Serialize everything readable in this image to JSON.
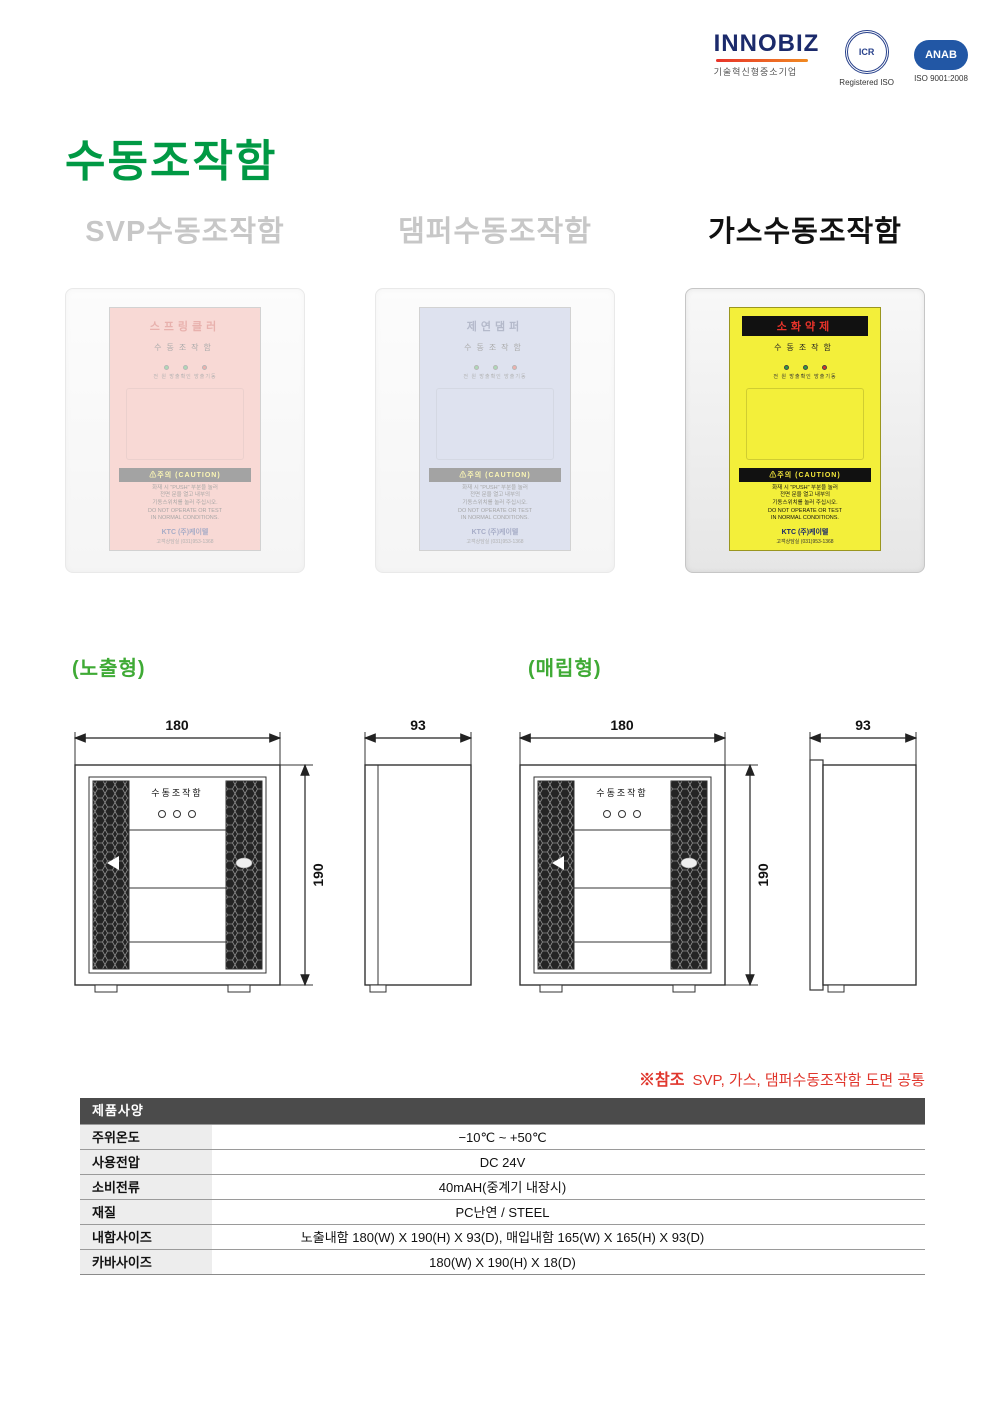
{
  "colors": {
    "accent_green": "#009944",
    "drawing_label_green": "#3faa35",
    "note_red": "#e0362c",
    "gas_panel_yellow": "#f3ef3a",
    "svp_panel_red": "#ef9d93",
    "damper_panel_blue": "#a9b4d6",
    "table_header_bg": "#4b4b4b"
  },
  "badges": {
    "innobiz_title": "INNOBIZ",
    "innobiz_sub": "기술혁신형중소기업",
    "icr_text": "ICR",
    "icr_caption": "Registered ISO",
    "anab_text": "ANAB",
    "anab_caption": "ISO 9001:2008"
  },
  "page_title": "수동조작함",
  "products": [
    {
      "heading": "SVP수동조작함",
      "panel_header": "스프링클러",
      "panel_subtitle": "수동조작함",
      "indicator_caption": "전 원  방출확인  방출기동",
      "caution_title": "⚠주의 (CAUTION)",
      "caution_lines": [
        "화재 시 \"PUSH\" 부분을 눌러",
        "전면 문을 열고 내부의",
        "기동스위치를 눌러 주십시오.",
        "DO NOT OPERATE OR TEST",
        "IN NORMAL CONDITIONS."
      ],
      "brand": "KTC (주)케이텔",
      "contact": "고객상담실 (031)953-1368"
    },
    {
      "heading": "댐퍼수동조작함",
      "panel_header": "제연댐퍼",
      "panel_subtitle": "수동조작함",
      "indicator_caption": "전 원  방출확인  방출기동",
      "caution_title": "⚠주의 (CAUTION)",
      "caution_lines": [
        "화재 시 \"PUSH\" 부분을 눌러",
        "전면 문을 열고 내부의",
        "기동스위치를 눌러 주십시오.",
        "DO NOT OPERATE OR TEST",
        "IN NORMAL CONDITIONS."
      ],
      "brand": "KTC (주)케이텔",
      "contact": "고객상담실 (031)953-1368"
    },
    {
      "heading": "가스수동조작함",
      "panel_header": "소화약제",
      "panel_subtitle": "수동조작함",
      "indicator_caption": "전 원  방출확인  방출기동",
      "caution_title": "⚠주의 (CAUTION)",
      "caution_lines": [
        "화재 시 \"PUSH\" 부분을 눌러",
        "전면 문을 열고 내부의",
        "기동스위치를 눌러 주십시오.",
        "DO NOT OPERATE OR TEST",
        "IN NORMAL CONDITIONS."
      ],
      "brand": "KTC (주)케이텔",
      "contact": "고객상담실 (031)953-1368"
    }
  ],
  "drawings": {
    "sets": [
      {
        "type_label": "(노출형)",
        "width": "180",
        "depth": "93",
        "height": "190",
        "panel_title": "수동조작함"
      },
      {
        "type_label": "(매립형)",
        "width": "180",
        "depth": "93",
        "height": "190",
        "panel_title": "수동조작함"
      }
    ]
  },
  "note": {
    "prefix": "※참조",
    "text": "SVP, 가스, 댐퍼수동조작함 도면 공통"
  },
  "spec_table": {
    "header": "제품사양",
    "rows": [
      {
        "label": "주위온도",
        "value": "−10℃ ~ +50℃"
      },
      {
        "label": "사용전압",
        "value": "DC 24V"
      },
      {
        "label": "소비전류",
        "value": "40mAH(중계기 내장시)"
      },
      {
        "label": "재질",
        "value": "PC난연 / STEEL"
      },
      {
        "label": "내함사이즈",
        "value": "노출내함 180(W) X 190(H) X 93(D),  매입내함 165(W) X 165(H) X 93(D)"
      },
      {
        "label": "카바사이즈",
        "value": "180(W) X 190(H) X 18(D)"
      }
    ]
  }
}
